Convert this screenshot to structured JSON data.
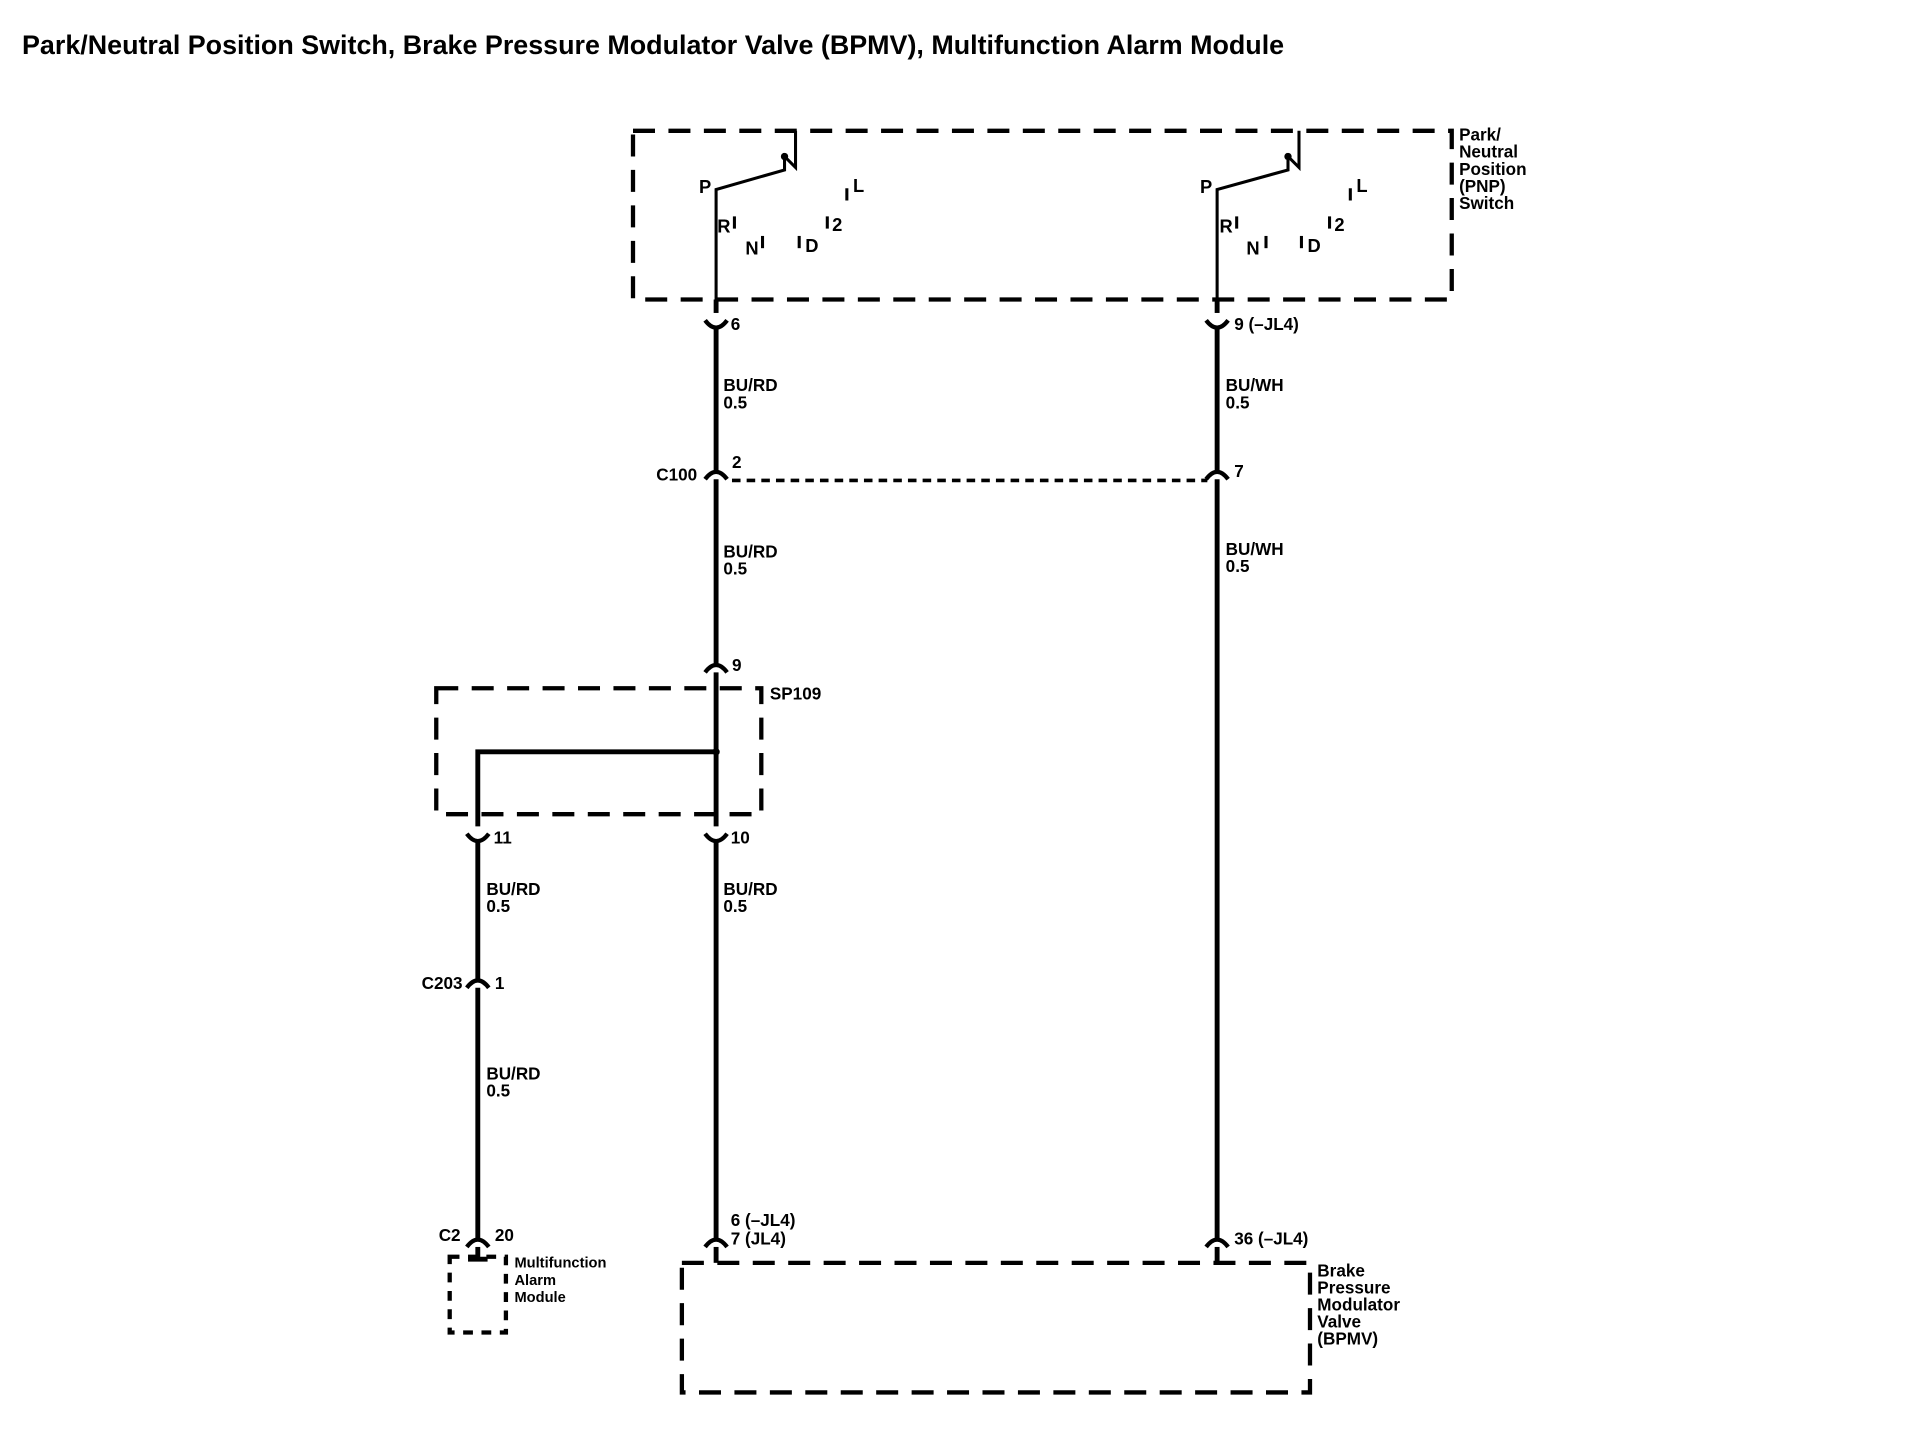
{
  "title": "Park/Neutral Position Switch, Brake Pressure Modulator Valve (BPMV), Multifunction Alarm Module",
  "components": {
    "pnp_switch": "Park/\nNeutral\nPosition\n(PNP)\nSwitch",
    "bpmv": "Brake\nPressure\nModulator\nValve\n(BPMV)",
    "alarm_module": "Multifunction\nAlarm\nModule",
    "splice": "SP109"
  },
  "switch_positions": {
    "p": "P",
    "r": "R",
    "n": "N",
    "d": "D",
    "two": "2",
    "l": "L"
  },
  "pins": {
    "pnp_left": "6",
    "pnp_right": "9 (–JL4)",
    "c100_left": "2",
    "c100_right": "7",
    "sp109_in": "9",
    "sp109_out_left": "11",
    "sp109_out_right": "10",
    "c203": "1",
    "c2": "20",
    "bpmv_left_line1": "6 (–JL4)",
    "bpmv_left_line2": "7 (JL4)",
    "bpmv_right": "36 (–JL4)"
  },
  "connectors": {
    "c100": "C100",
    "c203": "C203",
    "c2": "C2"
  },
  "wires": {
    "w1": {
      "color": "BU/RD",
      "size": "0.5"
    },
    "w2": {
      "color": "BU/WH",
      "size": "0.5"
    },
    "w3": {
      "color": "BU/RD",
      "size": "0.5"
    },
    "w4": {
      "color": "BU/WH",
      "size": "0.5"
    },
    "w5": {
      "color": "BU/RD",
      "size": "0.5"
    },
    "w6": {
      "color": "BU/RD",
      "size": "0.5"
    },
    "w7": {
      "color": "BU/RD",
      "size": "0.5"
    }
  }
}
